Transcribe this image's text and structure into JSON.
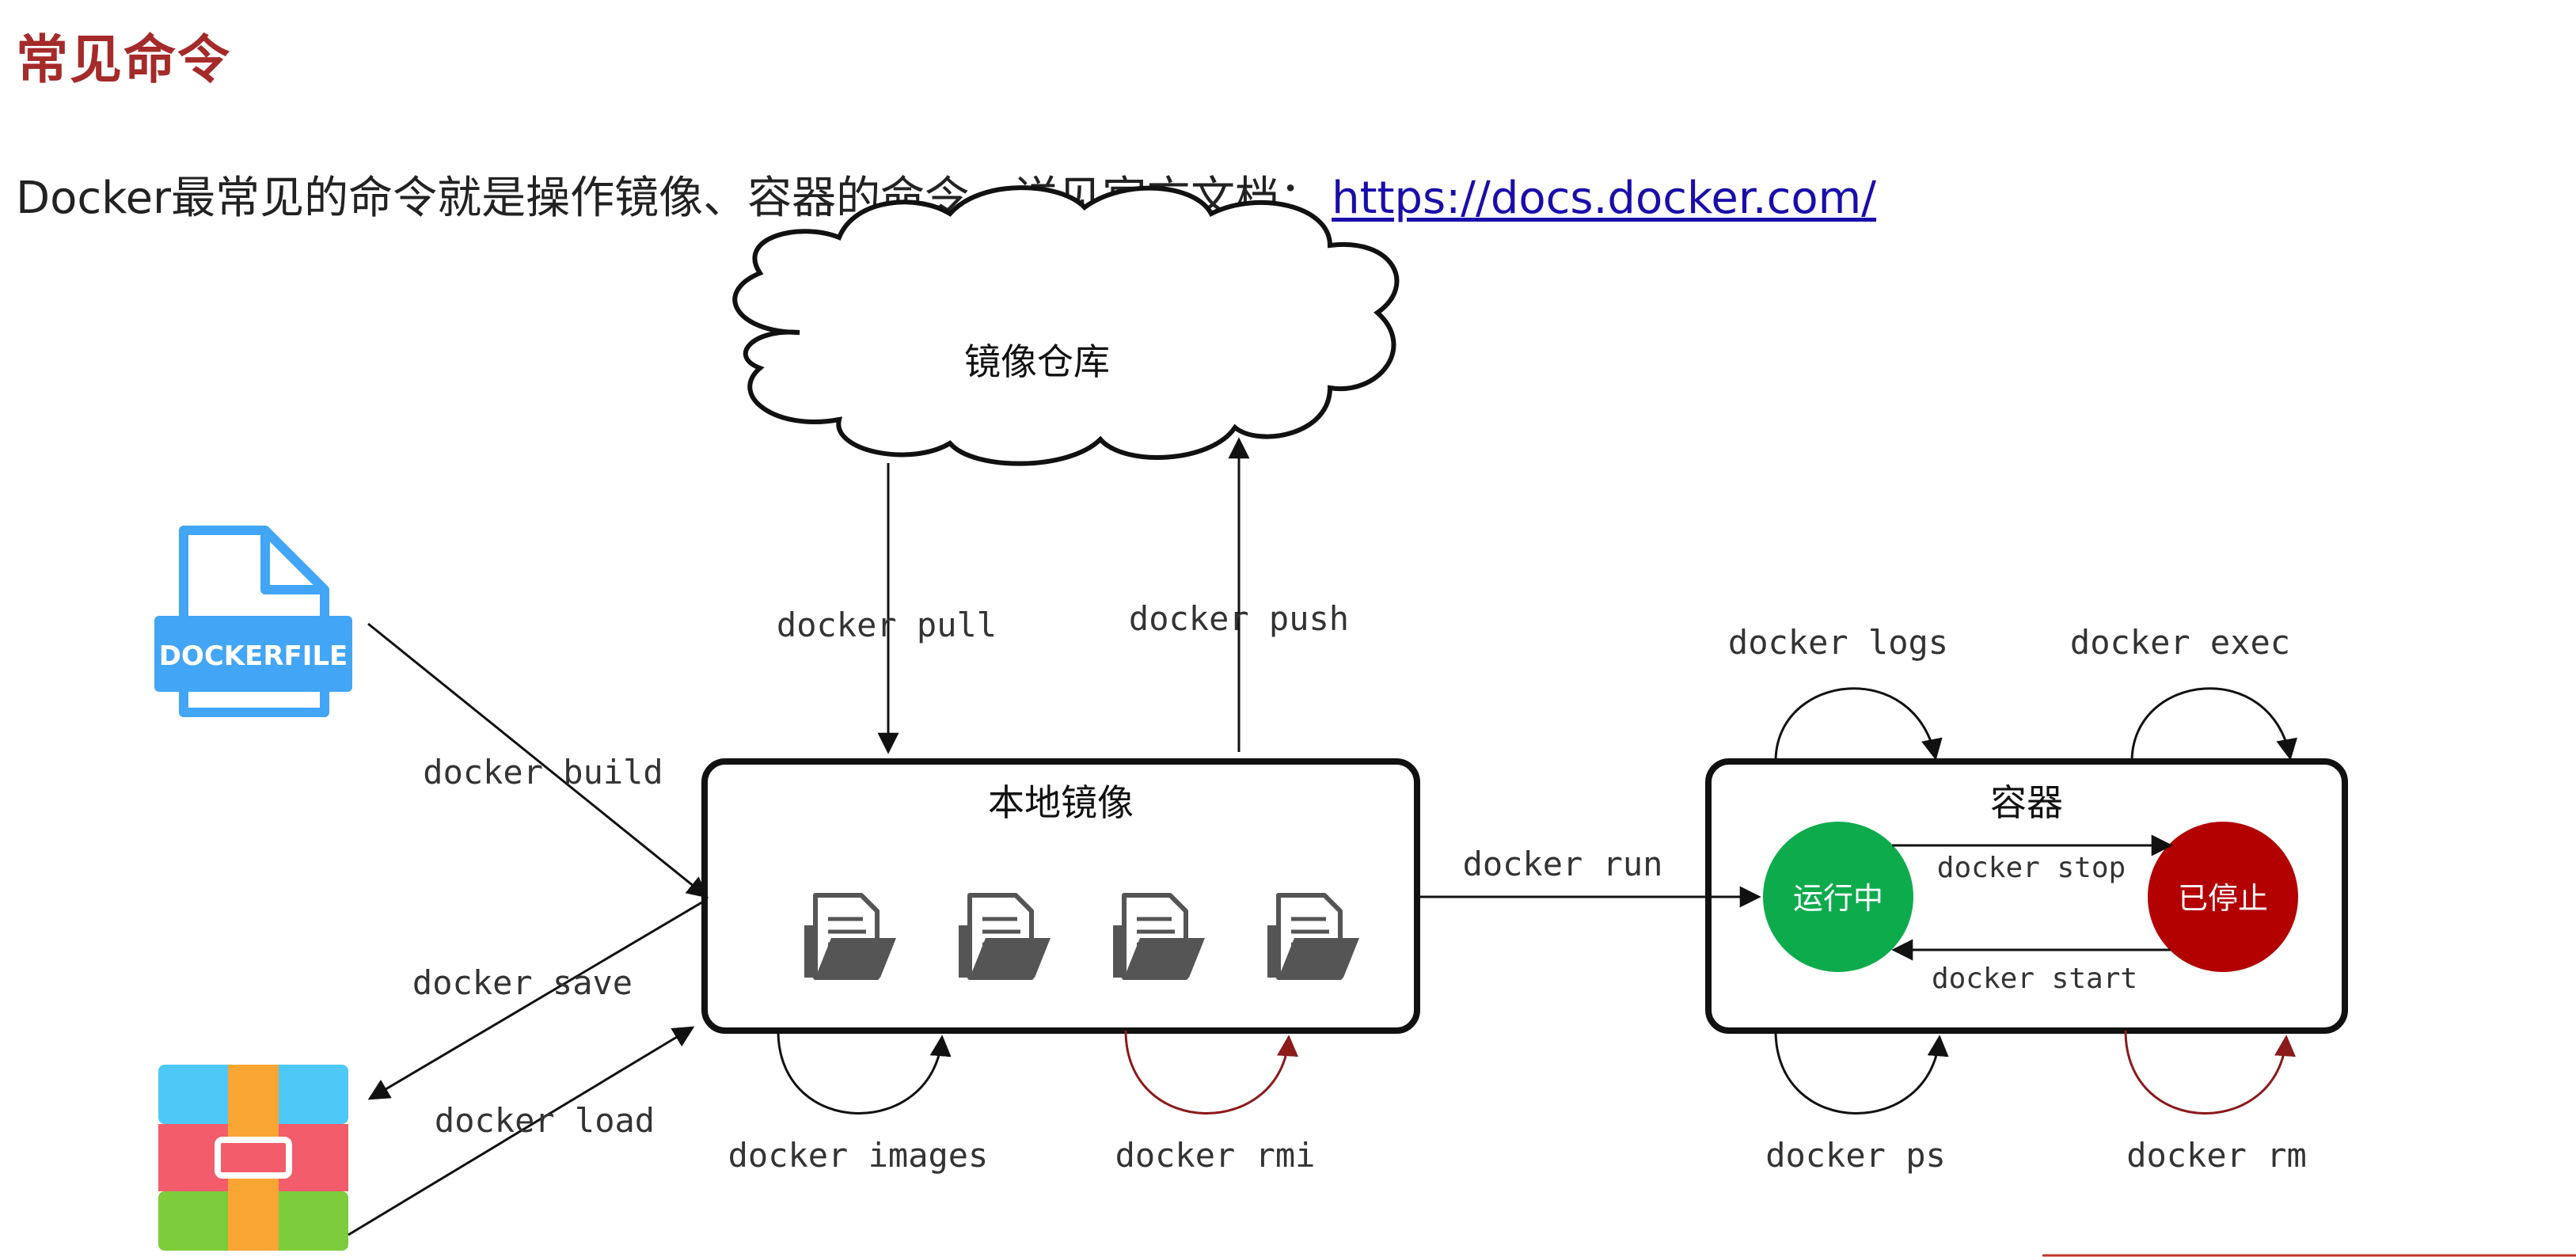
{
  "page": {
    "title": "常见命令",
    "intro_text": "Docker最常见的命令就是操作镜像、容器的命令，详见官方文档：",
    "link_text": "https://docs.docker.com/"
  },
  "diagram": {
    "registry_label": "镜像仓库",
    "local_images_label": "本地镜像",
    "container_label": "容器",
    "running_label": "运行中",
    "stopped_label": "已停止",
    "dockerfile_label": "DOCKERFILE",
    "commands": {
      "pull": "docker pull",
      "push": "docker push",
      "build": "docker build",
      "save": "docker save",
      "load": "docker load",
      "run": "docker run",
      "logs": "docker logs",
      "exec": "docker exec",
      "stop": "docker stop",
      "start": "docker start",
      "images": "docker images",
      "rmi": "docker rmi",
      "ps": "docker ps",
      "rm": "docker rm"
    },
    "colors": {
      "title": "#a52a2a",
      "link": "#1a0dab",
      "running": "#0eab4d",
      "stopped": "#b30000",
      "dockerfile": "#42a5f5",
      "delete_arrow": "#8b1a1a"
    }
  }
}
